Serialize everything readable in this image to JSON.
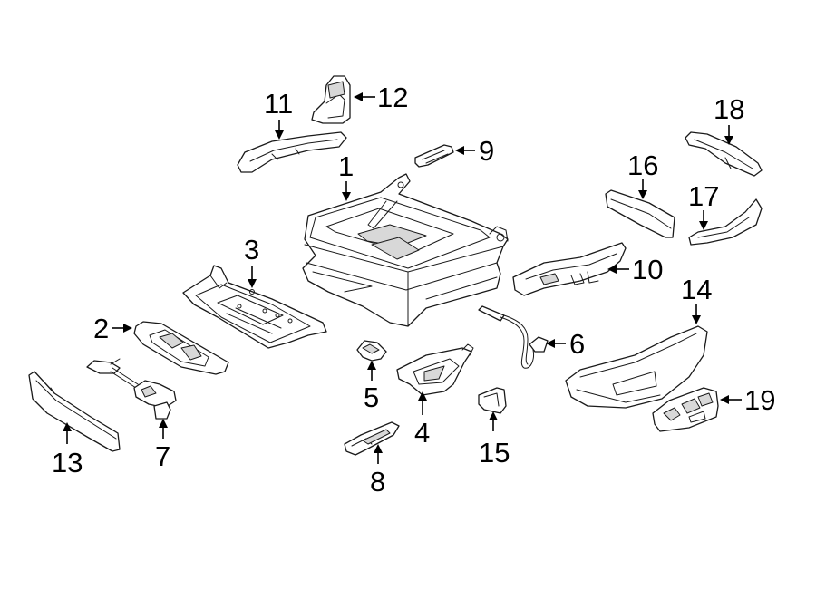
{
  "callouts": [
    {
      "id": "1",
      "label": "1"
    },
    {
      "id": "2",
      "label": "2"
    },
    {
      "id": "3",
      "label": "3"
    },
    {
      "id": "4",
      "label": "4"
    },
    {
      "id": "5",
      "label": "5"
    },
    {
      "id": "6",
      "label": "6"
    },
    {
      "id": "7",
      "label": "7"
    },
    {
      "id": "8",
      "label": "8"
    },
    {
      "id": "9",
      "label": "9"
    },
    {
      "id": "10",
      "label": "10"
    },
    {
      "id": "11",
      "label": "11"
    },
    {
      "id": "12",
      "label": "12"
    },
    {
      "id": "13",
      "label": "13"
    },
    {
      "id": "14",
      "label": "14"
    },
    {
      "id": "15",
      "label": "15"
    },
    {
      "id": "16",
      "label": "16"
    },
    {
      "id": "17",
      "label": "17"
    },
    {
      "id": "18",
      "label": "18"
    },
    {
      "id": "19",
      "label": "19"
    }
  ],
  "colors": {
    "line": "#1a1a1a",
    "background": "#ffffff",
    "shade": "#d8d8d8"
  }
}
